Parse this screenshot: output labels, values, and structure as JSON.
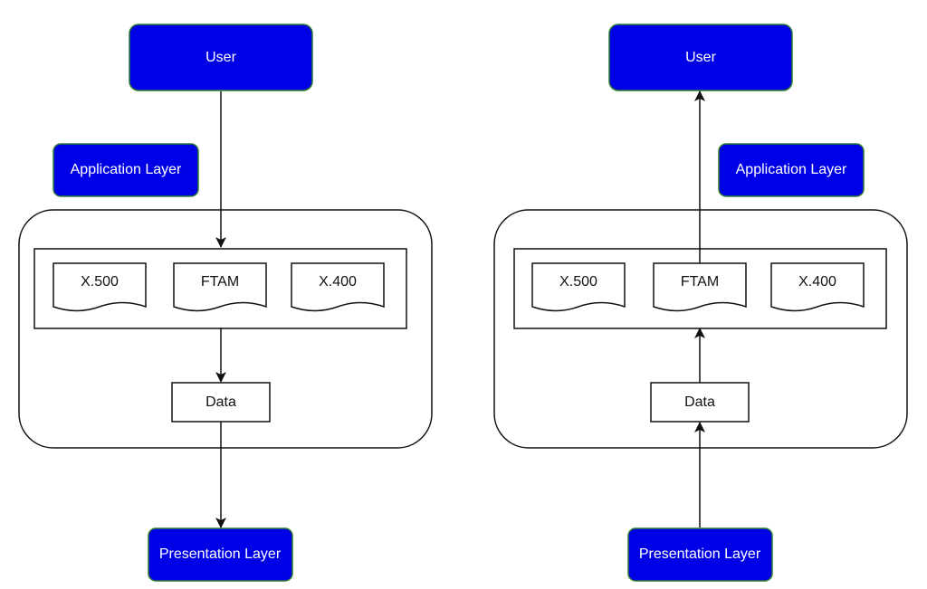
{
  "colors": {
    "node_fill": "#0000e6",
    "node_border": "#2e7d32",
    "text_light": "#ffffff",
    "line": "#111111"
  },
  "panels": [
    {
      "direction": "down",
      "user": "User",
      "application_layer": "Application Layer",
      "protocols": [
        "X.500",
        "FTAM",
        "X.400"
      ],
      "data": "Data",
      "presentation_layer": "Presentation Layer"
    },
    {
      "direction": "up",
      "user": "User",
      "application_layer": "Application Layer",
      "protocols": [
        "X.500",
        "FTAM",
        "X.400"
      ],
      "data": "Data",
      "presentation_layer": "Presentation Layer"
    }
  ]
}
